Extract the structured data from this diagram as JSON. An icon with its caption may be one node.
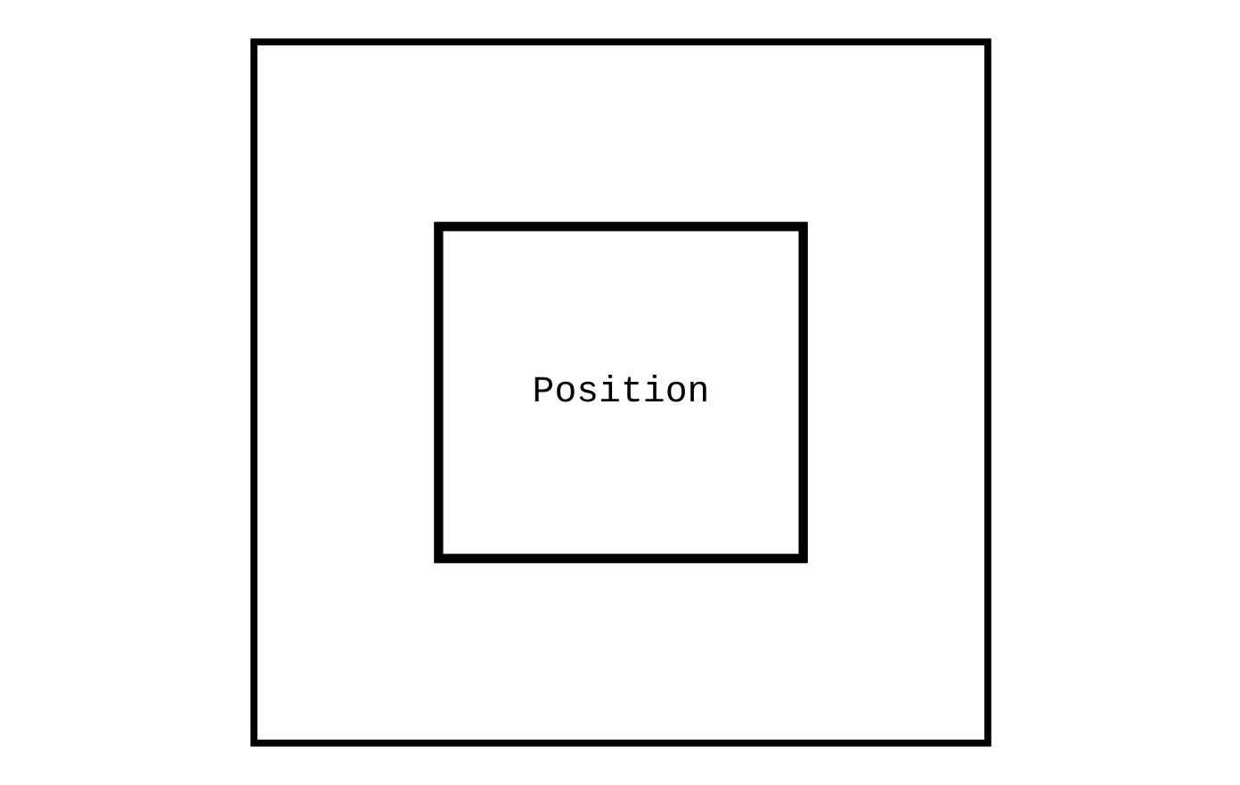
{
  "diagram": {
    "nodes": [
      {
        "text": [],
        "shape": "box"
      },
      {
        "text": [
          "Position"
        ],
        "in": 0
      }
    ]
  }
}
